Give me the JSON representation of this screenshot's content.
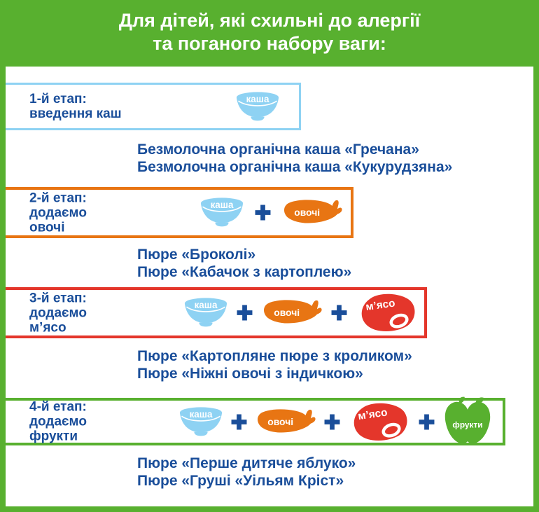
{
  "header": {
    "title_line1": "Для дітей, які схильні до алергії",
    "title_line2": "та поганого набору ваги:"
  },
  "icon_labels": {
    "kasha": "каша",
    "ovochi": "овочі",
    "myaso": "м’ясо",
    "frukty": "фрукти"
  },
  "colors": {
    "green": "#58b02f",
    "dark_blue": "#1a4e9a",
    "light_blue": "#8ed2f3",
    "orange": "#e87513",
    "red": "#e4362b"
  },
  "stages": [
    {
      "label": [
        "1-й етап:",
        "введення каш"
      ],
      "products": [
        "Безмолочна органічна каша «Гречана»",
        "Безмолочна органічна каша «Кукурудзяна»"
      ]
    },
    {
      "label": [
        "2-й етап:",
        "додаємо",
        "овочі"
      ],
      "products": [
        "Пюре «Броколі»",
        "Пюре «Кабачок з картоплею»"
      ]
    },
    {
      "label": [
        "3-й етап:",
        "додаємо",
        "м’ясо"
      ],
      "products": [
        "Пюре «Картопляне пюре з кроликом»",
        "Пюре «Ніжні овочі з індичкою»"
      ]
    },
    {
      "label": [
        "4-й етап:",
        "додаємо",
        "фрукти"
      ],
      "products": [
        "Пюре «Перше дитяче яблуко»",
        "Пюре «Груші «Уільям Кріст»"
      ]
    }
  ]
}
